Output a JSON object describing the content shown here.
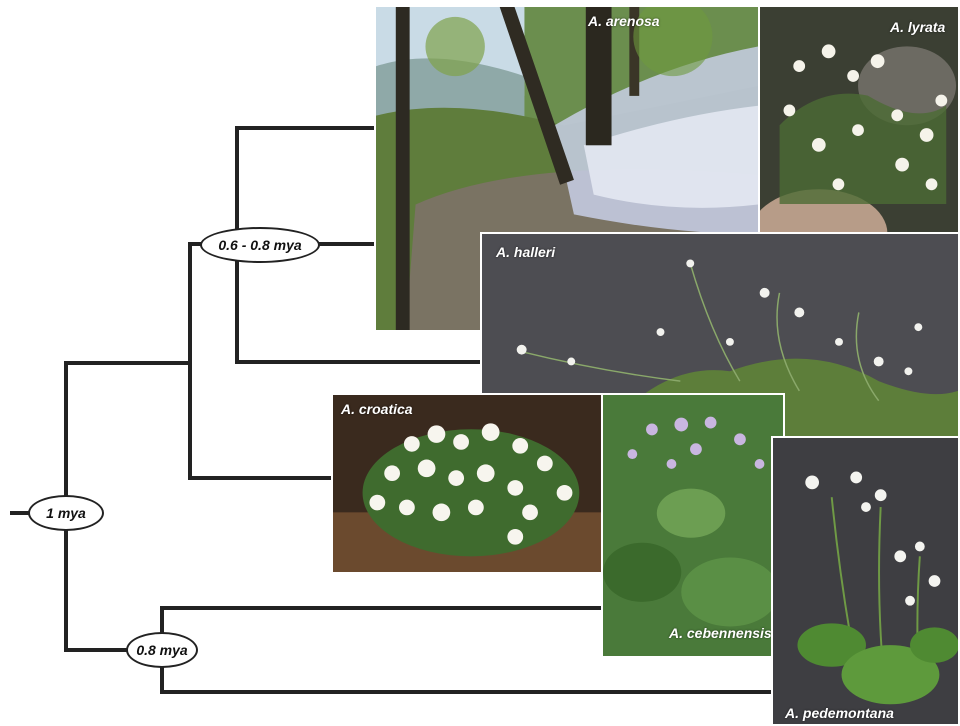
{
  "nodes": {
    "root": "1 mya",
    "upper": "0.6 - 0.8 mya",
    "lower": "0.8 mya"
  },
  "species": {
    "arenosa": "A. arenosa",
    "lyrata": "A. lyrata",
    "halleri": "A. halleri",
    "croatica": "A. croatica",
    "cebennensis": "A. cebennensis",
    "pedemontana": "A. pedemontana"
  },
  "colors": {
    "branch": "#222222",
    "label_text": "#ffffff",
    "node_fill": "#ffffff"
  }
}
